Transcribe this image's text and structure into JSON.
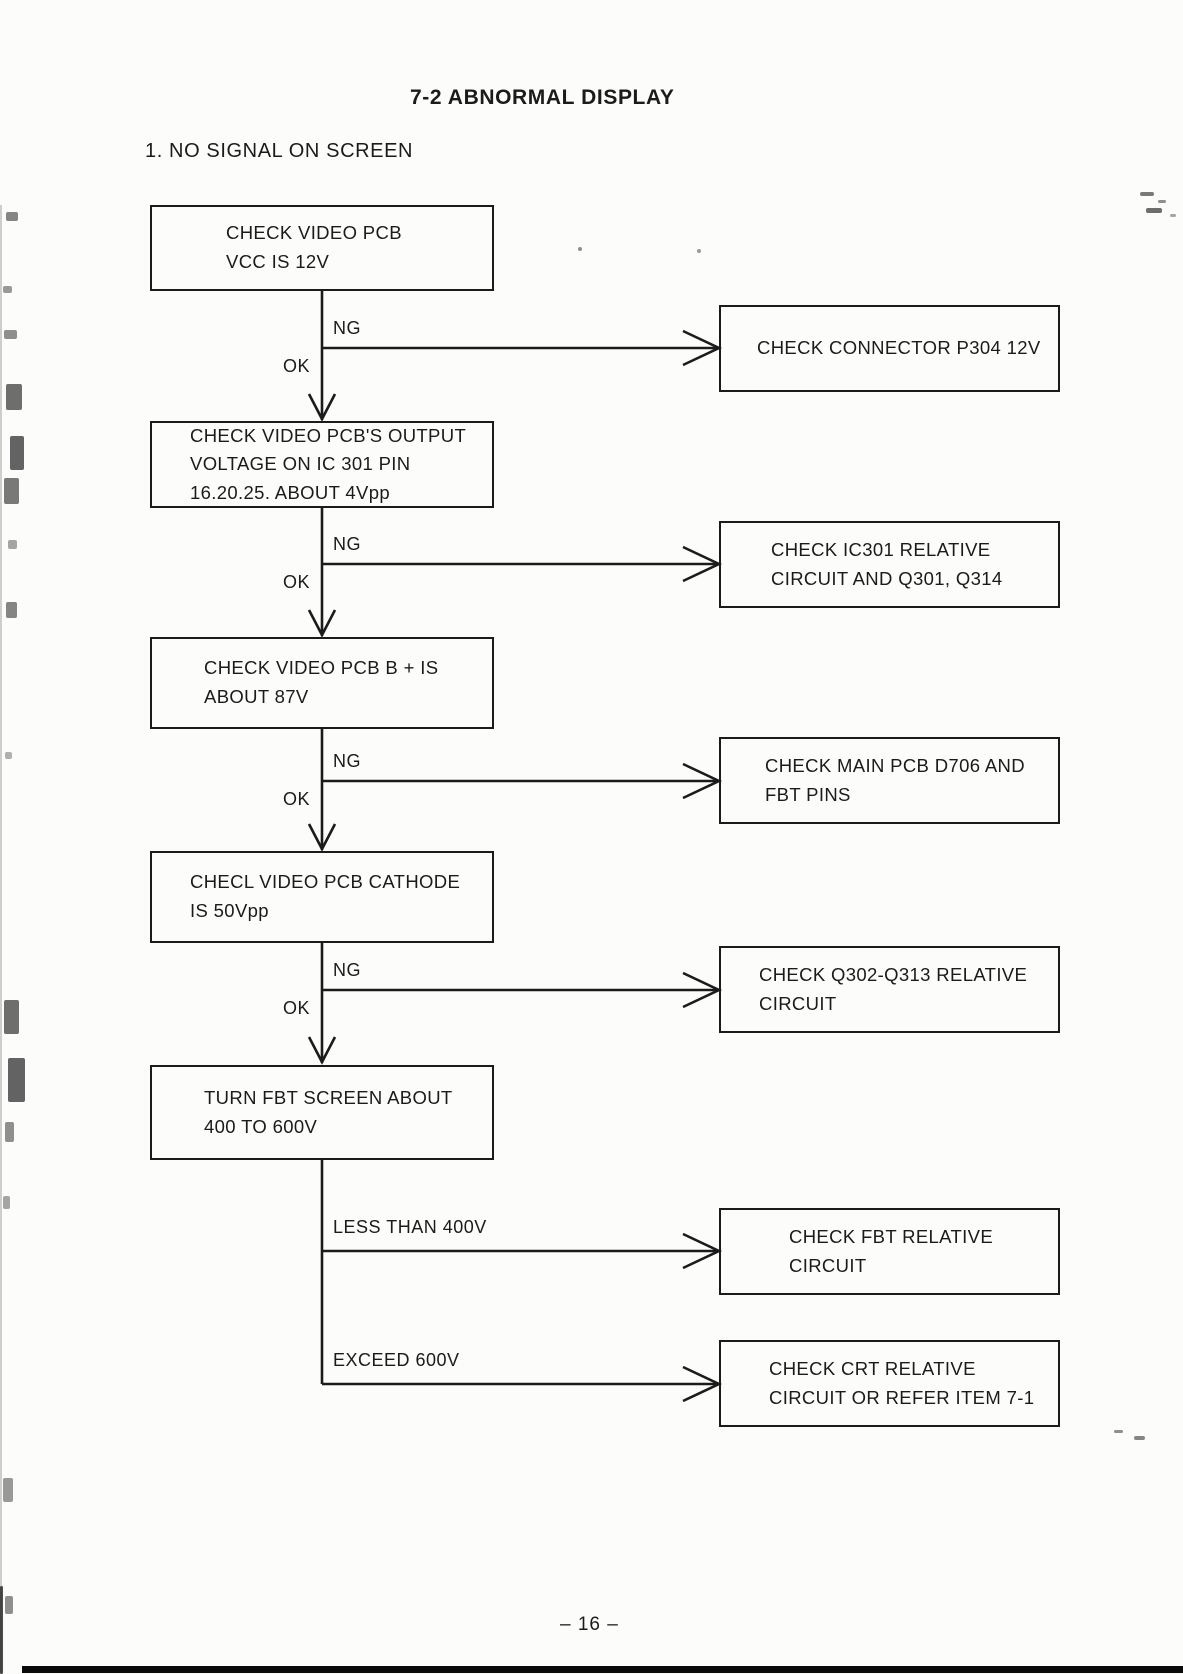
{
  "colors": {
    "ink": "#1b1b1b",
    "paper": "#fcfcfa"
  },
  "page": {
    "title": "7-2 ABNORMAL DISPLAY",
    "section": "1. NO SIGNAL ON SCREEN",
    "page_number": "– 16 –"
  },
  "flow": {
    "steps": [
      {
        "check": "CHECK VIDEO PCB\nVCC IS 12V",
        "ng_label": "NG",
        "ok_label": "OK",
        "ng_action": "CHECK CONNECTOR P304 12V"
      },
      {
        "check": "CHECK VIDEO PCB'S OUTPUT\nVOLTAGE ON IC 301 PIN\n16.20.25. ABOUT 4Vpp",
        "ng_label": "NG",
        "ok_label": "OK",
        "ng_action": "CHECK IC301 RELATIVE\nCIRCUIT AND Q301, Q314"
      },
      {
        "check": "CHECK VIDEO PCB B + IS\nABOUT 87V",
        "ng_label": "NG",
        "ok_label": "OK",
        "ng_action": "CHECK MAIN PCB D706 AND\nFBT PINS"
      },
      {
        "check": "CHECL VIDEO PCB CATHODE\nIS 50Vpp",
        "ng_label": "NG",
        "ok_label": "OK",
        "ng_action": "CHECK Q302-Q313 RELATIVE\nCIRCUIT"
      },
      {
        "check": "TURN FBT SCREEN ABOUT\n400 TO 600V"
      }
    ],
    "branches": [
      {
        "label": "LESS THAN 400V",
        "action": "CHECK FBT RELATIVE\nCIRCUIT"
      },
      {
        "label": "EXCEED 600V",
        "action": "CHECK CRT RELATIVE\nCIRCUIT OR REFER ITEM 7-1"
      }
    ]
  }
}
